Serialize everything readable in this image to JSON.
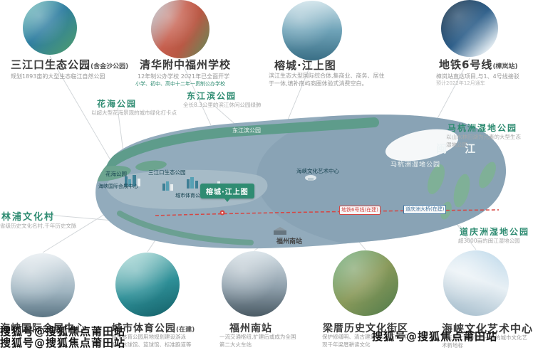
{
  "colors": {
    "accent_teal": "#2F8C72",
    "map_base": "#92ABBC",
    "park_green": "#5E9C8B",
    "metro_red": "#D64541"
  },
  "top_items": [
    {
      "title": "三江口生态公园",
      "suffix": "(含金沙公园)",
      "desc": "规划1893亩的大型生态临江自然公园",
      "note": ""
    },
    {
      "title": "清华附中福州学校",
      "suffix": "",
      "desc": "12年制公办学校 2021年已全面开学",
      "note": "小学、初中、高中十二年一贯制公办学校"
    },
    {
      "title": "榕城·江上图",
      "suffix": "",
      "desc": "滨江生态大型国际综合体,集商业、商务、居住于一体,填补南屿商圈体验式消费空白。",
      "note": ""
    },
    {
      "title": "地铁6号线",
      "suffix": "(樟岚站)",
      "desc": "樟岚站直达项目,与1、4号线接驳",
      "note": "预计2022年12月通车"
    }
  ],
  "annotations": [
    {
      "title": "花海公园",
      "desc": "以超大型花海景观的城市绿化打卡点"
    },
    {
      "title": "东江滨公园",
      "desc": "全长8.3公里的滨江休闲公园绿肺"
    },
    {
      "title": "林浦文化村",
      "desc": "省级历史文化名村,千年历史文脉"
    },
    {
      "title": "马杭洲湿地公园",
      "desc": "以山水林田湖为元素的大型生态湿地公园"
    },
    {
      "title": "道庆洲湿地公园",
      "desc": "超3000亩的闽江湿地公园"
    }
  ],
  "map": {
    "river": "闽 江",
    "project_badge": "榕城·江上图",
    "metro_badge": "地铁6号线(在建)",
    "bridge_badge": "道庆洲大桥(在建)",
    "labels": [
      {
        "text": "东江滨公园"
      },
      {
        "text": "马杭洲湿地公园"
      },
      {
        "text": "三江口生态公园"
      },
      {
        "text": "花海公园"
      },
      {
        "text": "海峡文化艺术中心"
      },
      {
        "text": "海峡国际会展中心"
      },
      {
        "text": "城市体育公园"
      },
      {
        "text": "福州南站"
      }
    ]
  },
  "bottom_items": [
    {
      "title": "海峡国际会展中心",
      "suffix": "",
      "desc": ""
    },
    {
      "title": "城市体育公园",
      "suffix": "(在建)",
      "desc": "城市体育公园用地规划建设游泳馆、冰球馆、篮球馆、标准跑道等"
    },
    {
      "title": "福州南站",
      "suffix": "",
      "desc": "一流交通枢纽,扩建后或成为全国第二大火车站"
    },
    {
      "title": "梁厝历史文化街区",
      "suffix": "",
      "desc": "保护修缮明、清古建筑约1.8万㎡,再现千年梁厝耕读文化"
    },
    {
      "title": "海峡文化艺术中心",
      "suffix": "",
      "desc": "集五大文化场馆于一体的城市文化艺术新地标"
    }
  ],
  "watermark": "搜狐号@搜狐焦点莆田站"
}
